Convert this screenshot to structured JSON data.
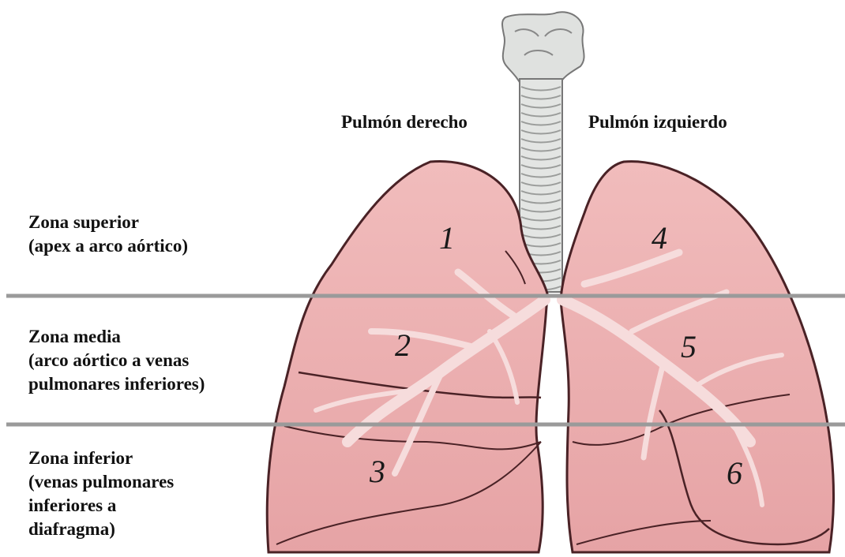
{
  "lung_labels": {
    "right": "Pulmón derecho",
    "left": "Pulmón izquierdo"
  },
  "zones": [
    {
      "title": "Zona superior",
      "desc_lines": [
        "(apex a arco aórtico)"
      ]
    },
    {
      "title": "Zona media",
      "desc_lines": [
        "(arco aórtico a venas",
        "pulmonares inferiores)"
      ]
    },
    {
      "title": "Zona inferior",
      "desc_lines": [
        "(venas pulmonares",
        "inferiores a",
        "diafragma)"
      ]
    }
  ],
  "zone_numbers": [
    "1",
    "2",
    "3",
    "4",
    "5",
    "6"
  ],
  "colors": {
    "lung_fill": "#e8a9a9",
    "lung_outline": "#4a2226",
    "branch": "#f6dcdc",
    "trachea": "#dfe1df",
    "divider": "#9a9a9a"
  }
}
